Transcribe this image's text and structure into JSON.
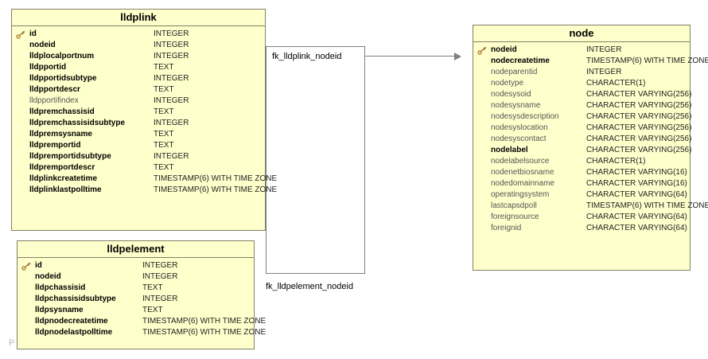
{
  "diagram": {
    "type": "entity-relationship",
    "background": "#ffffff",
    "entity_fill": "#ffffcc",
    "entity_border": "#808066",
    "connector_color": "#808080",
    "key_icon_color": "#cc9933",
    "watermark": "P"
  },
  "entities": [
    {
      "name": "lldplink",
      "columns": [
        {
          "key": "key-icon",
          "name": "id",
          "type": "INTEGER",
          "style": "pk"
        },
        {
          "key": "",
          "name": "nodeid",
          "type": "INTEGER",
          "style": "nn"
        },
        {
          "key": "",
          "name": "lldplocalportnum",
          "type": "INTEGER",
          "style": "nn"
        },
        {
          "key": "",
          "name": "lldpportid",
          "type": "TEXT",
          "style": "nn"
        },
        {
          "key": "",
          "name": "lldpportidsubtype",
          "type": "INTEGER",
          "style": "nn"
        },
        {
          "key": "",
          "name": "lldpportdescr",
          "type": "TEXT",
          "style": "nn"
        },
        {
          "key": "",
          "name": "lldpportifindex",
          "type": "INTEGER",
          "style": "nullable"
        },
        {
          "key": "",
          "name": "lldpremchassisid",
          "type": "TEXT",
          "style": "nn"
        },
        {
          "key": "",
          "name": "lldpremchassisidsubtype",
          "type": "INTEGER",
          "style": "nn"
        },
        {
          "key": "",
          "name": "lldpremsysname",
          "type": "TEXT",
          "style": "nn"
        },
        {
          "key": "",
          "name": "lldpremportid",
          "type": "TEXT",
          "style": "nn"
        },
        {
          "key": "",
          "name": "lldpremportidsubtype",
          "type": "INTEGER",
          "style": "nn"
        },
        {
          "key": "",
          "name": "lldpremportdescr",
          "type": "TEXT",
          "style": "nn"
        },
        {
          "key": "",
          "name": "lldplinkcreatetime",
          "type": "TIMESTAMP(6) WITH TIME ZONE",
          "style": "nn"
        },
        {
          "key": "",
          "name": "lldplinklastpolltime",
          "type": "TIMESTAMP(6) WITH TIME ZONE",
          "style": "nn"
        }
      ]
    },
    {
      "name": "lldpelement",
      "columns": [
        {
          "key": "key-icon",
          "name": "id",
          "type": "INTEGER",
          "style": "pk"
        },
        {
          "key": "",
          "name": "nodeid",
          "type": "INTEGER",
          "style": "nn"
        },
        {
          "key": "",
          "name": "lldpchassisid",
          "type": "TEXT",
          "style": "nn"
        },
        {
          "key": "",
          "name": "lldpchassisidsubtype",
          "type": "INTEGER",
          "style": "nn"
        },
        {
          "key": "",
          "name": "lldpsysname",
          "type": "TEXT",
          "style": "nn"
        },
        {
          "key": "",
          "name": "lldpnodecreatetime",
          "type": "TIMESTAMP(6) WITH TIME ZONE",
          "style": "nn"
        },
        {
          "key": "",
          "name": "lldpnodelastpolltime",
          "type": "TIMESTAMP(6) WITH TIME ZONE",
          "style": "nn"
        }
      ]
    },
    {
      "name": "node",
      "columns": [
        {
          "key": "key-icon",
          "name": "nodeid",
          "type": "INTEGER",
          "style": "pk"
        },
        {
          "key": "",
          "name": "nodecreatetime",
          "type": "TIMESTAMP(6) WITH TIME ZONE",
          "style": "nn"
        },
        {
          "key": "",
          "name": "nodeparentid",
          "type": "INTEGER",
          "style": "nullable"
        },
        {
          "key": "",
          "name": "nodetype",
          "type": "CHARACTER(1)",
          "style": "nullable"
        },
        {
          "key": "",
          "name": "nodesysoid",
          "type": "CHARACTER VARYING(256)",
          "style": "nullable"
        },
        {
          "key": "",
          "name": "nodesysname",
          "type": "CHARACTER VARYING(256)",
          "style": "nullable"
        },
        {
          "key": "",
          "name": "nodesysdescription",
          "type": "CHARACTER VARYING(256)",
          "style": "nullable"
        },
        {
          "key": "",
          "name": "nodesyslocation",
          "type": "CHARACTER VARYING(256)",
          "style": "nullable"
        },
        {
          "key": "",
          "name": "nodesyscontact",
          "type": "CHARACTER VARYING(256)",
          "style": "nullable"
        },
        {
          "key": "",
          "name": "nodelabel",
          "type": "CHARACTER VARYING(256)",
          "style": "nn"
        },
        {
          "key": "",
          "name": "nodelabelsource",
          "type": "CHARACTER(1)",
          "style": "nullable"
        },
        {
          "key": "",
          "name": "nodenetbiosname",
          "type": "CHARACTER VARYING(16)",
          "style": "nullable"
        },
        {
          "key": "",
          "name": "nodedomainname",
          "type": "CHARACTER VARYING(16)",
          "style": "nullable"
        },
        {
          "key": "",
          "name": "operatingsystem",
          "type": "CHARACTER VARYING(64)",
          "style": "nullable"
        },
        {
          "key": "",
          "name": "lastcapsdpoll",
          "type": "TIMESTAMP(6) WITH TIME ZONE",
          "style": "nullable"
        },
        {
          "key": "",
          "name": "foreignsource",
          "type": "CHARACTER VARYING(64)",
          "style": "nullable"
        },
        {
          "key": "",
          "name": "foreignid",
          "type": "CHARACTER VARYING(64)",
          "style": "nullable"
        }
      ]
    }
  ],
  "relationships": [
    {
      "label": "fk_lldplink_nodeid",
      "from": "lldplink",
      "to": "node"
    },
    {
      "label": "fk_lldpelement_nodeid",
      "from": "lldpelement",
      "to": "node"
    }
  ]
}
